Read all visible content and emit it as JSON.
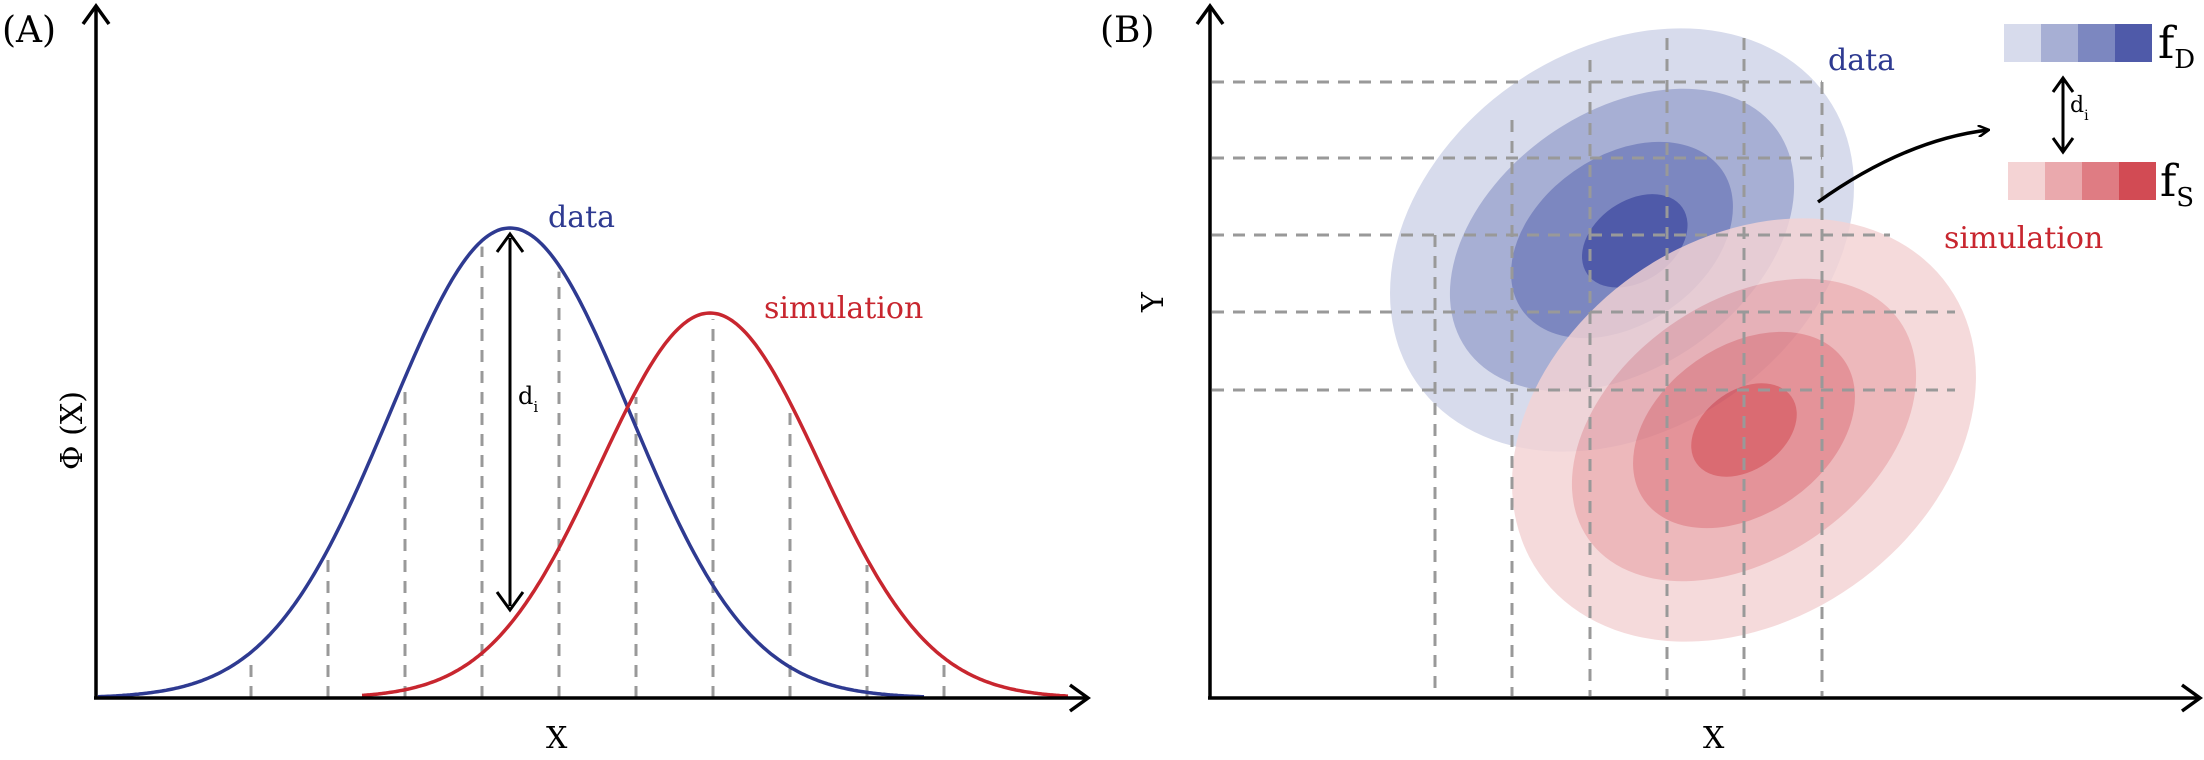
{
  "panel_a": {
    "label": "(A)",
    "y_axis_label": "Φ (X)",
    "x_axis_label": "X",
    "data_label": "data",
    "simulation_label": "simulation",
    "distance_label": "d",
    "distance_subscript": "i"
  },
  "panel_b": {
    "label": "(B)",
    "y_axis_label": "Y",
    "x_axis_label": "X",
    "data_label": "data",
    "simulation_label": "simulation",
    "legend_data_label": "f",
    "legend_data_subscript": "D",
    "legend_sim_label": "f",
    "legend_sim_subscript": "S",
    "distance_label": "d",
    "distance_subscript": "i"
  },
  "colors": {
    "data": "#2e3a91",
    "simulation": "#c8262f",
    "data_shades": [
      "#d7dbec",
      "#a7afd4",
      "#7c87c0",
      "#4f5aa9"
    ],
    "sim_shades": [
      "#f4d3d4",
      "#eaa9ad",
      "#df7c83",
      "#d24b54"
    ],
    "grid": "#999999",
    "axis": "#000000"
  }
}
